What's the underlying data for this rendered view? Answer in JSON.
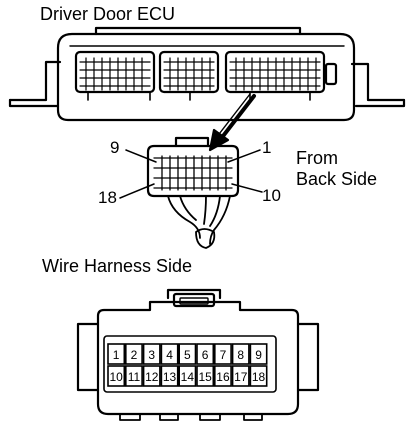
{
  "titles": {
    "ecu": "Driver Door ECU",
    "harness_side": "Wire Harness Side",
    "back_side_line1": "From",
    "back_side_line2": "Back Side"
  },
  "back_connector_callouts": {
    "top_left": "9",
    "top_right": "1",
    "bottom_left": "18",
    "bottom_right": "10"
  },
  "harness_connector": {
    "top_row": [
      "1",
      "2",
      "3",
      "4",
      "5",
      "6",
      "7",
      "8",
      "9"
    ],
    "bottom_row": [
      "10",
      "11",
      "12",
      "13",
      "14",
      "15",
      "16",
      "17",
      "18"
    ]
  }
}
